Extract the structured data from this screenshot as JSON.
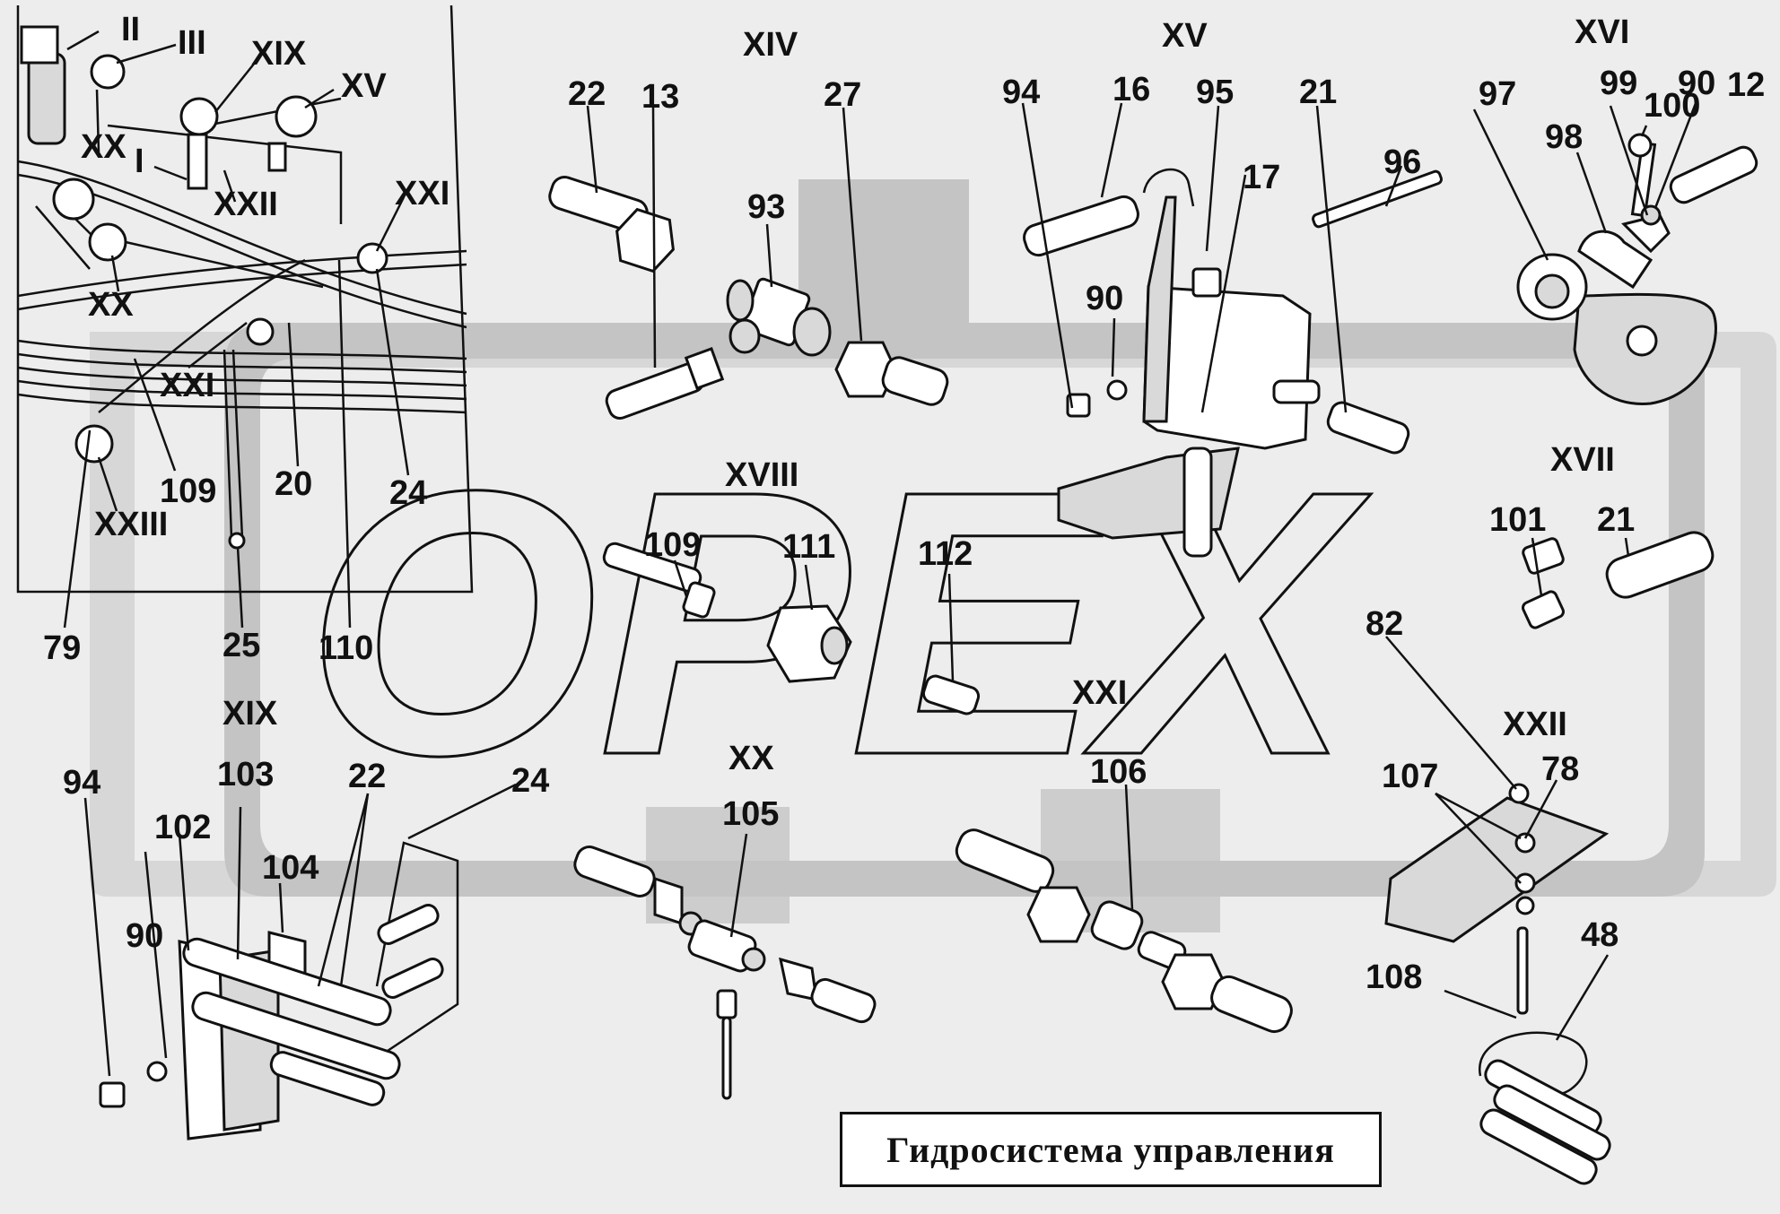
{
  "title": "Гидросистема управления",
  "watermark": "OPEX",
  "colors": {
    "background": "#ededed",
    "watermark": "#bdbdbd",
    "ink": "#111111"
  },
  "view_labels": [
    "I",
    "II",
    "III",
    "XIV",
    "XV",
    "XVI",
    "XVII",
    "XVIII",
    "XIX",
    "XX",
    "XXI",
    "XXII",
    "XXIII"
  ],
  "part_numbers": [
    "12",
    "13",
    "16",
    "17",
    "20",
    "21",
    "22",
    "24",
    "25",
    "27",
    "48",
    "78",
    "79",
    "82",
    "90",
    "93",
    "94",
    "95",
    "96",
    "97",
    "98",
    "99",
    "100",
    "101",
    "102",
    "103",
    "104",
    "105",
    "106",
    "107",
    "108",
    "109",
    "110",
    "111",
    "112"
  ]
}
